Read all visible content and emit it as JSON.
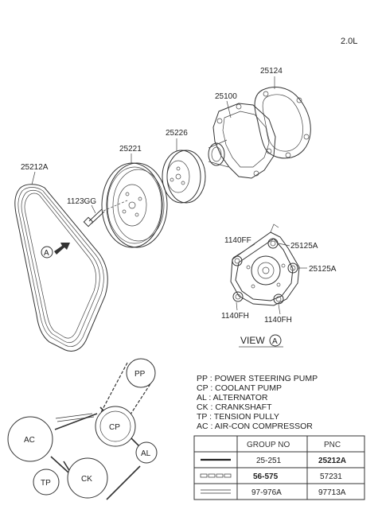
{
  "engine_label": "2.0L",
  "part_callouts": [
    {
      "id": "water-pump-gasket",
      "text": "25124"
    },
    {
      "id": "water-pump",
      "text": "25100"
    },
    {
      "id": "water-pump-pulley",
      "text": "25226"
    },
    {
      "id": "crank-pulley",
      "text": "25221"
    },
    {
      "id": "drive-belt",
      "text": "25212A"
    },
    {
      "id": "pulley-bolt",
      "text": "1123GG"
    },
    {
      "id": "view-bolt-1",
      "text": "1140FF"
    },
    {
      "id": "view-bolt-2",
      "text": "25125A"
    },
    {
      "id": "view-bolt-3",
      "text": "25125A"
    },
    {
      "id": "view-bolt-4",
      "text": "1140FH"
    },
    {
      "id": "view-bolt-5",
      "text": "1140FH"
    }
  ],
  "view_marker": "A",
  "view_label": "VIEW",
  "view_letter": "A",
  "legend": [
    "PP : POWER STEERING PUMP",
    "CP : COOLANT PUMP",
    "AL : ALTERNATOR",
    "CK : CRANKSHAFT",
    "TP : TENSION PULLY",
    "AC : AIR-CON COMPRESSOR"
  ],
  "routing_pulleys": [
    "PP",
    "CP",
    "AL",
    "CK",
    "TP",
    "AC"
  ],
  "table": {
    "headers": [
      "GROUP NO",
      "PNC"
    ],
    "rows": [
      {
        "line_style": "solid",
        "group_no": "25-251",
        "pnc": "25212A"
      },
      {
        "line_style": "dashed",
        "group_no": "56-575",
        "pnc": "57231"
      },
      {
        "line_style": "double",
        "group_no": "97-976A",
        "pnc": "97713A"
      }
    ]
  }
}
